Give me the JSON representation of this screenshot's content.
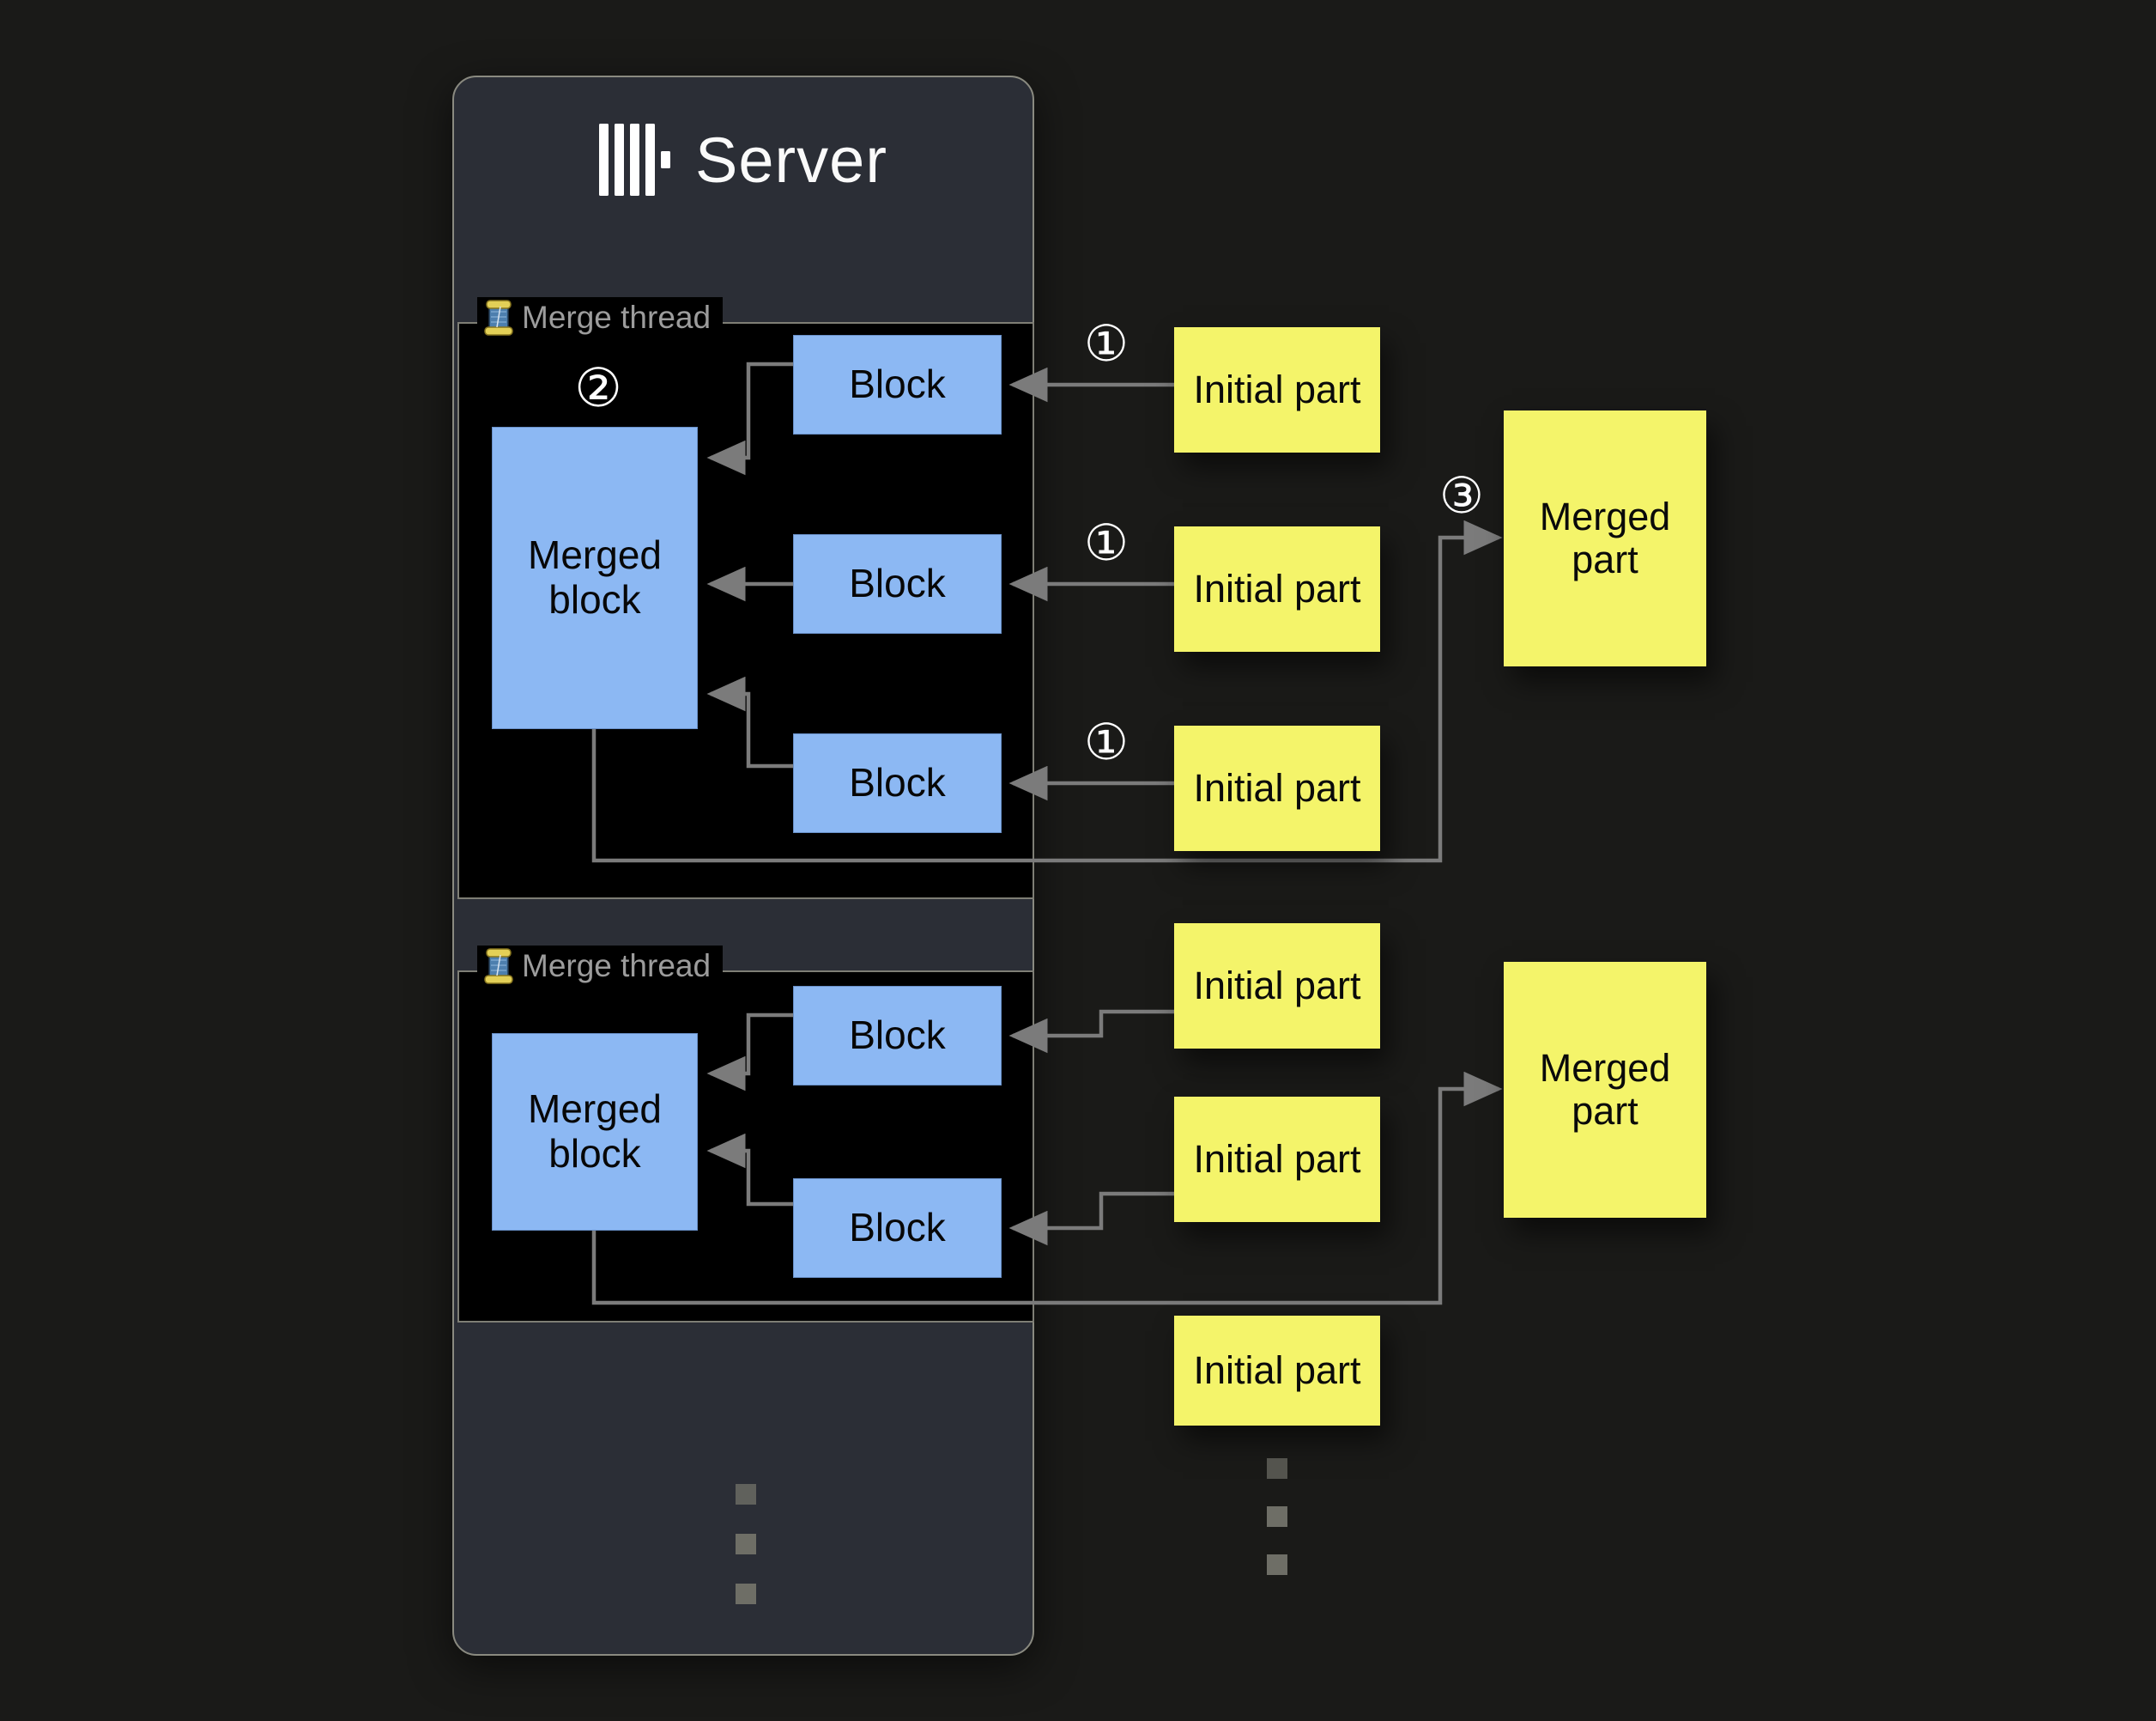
{
  "server": {
    "title": "Server",
    "logo_icon": "clickhouse-bars-icon"
  },
  "colors": {
    "page_bg": "#1a1a18",
    "panel_bg": "#2b2e36",
    "panel_border": "#8a8a80",
    "thread_box_bg": "#000000",
    "block_blue": "#8cb8f3",
    "part_yellow": "#f4f46a",
    "wire_gray": "#7b7b7b",
    "label_gray": "#9c9c9c"
  },
  "thread1": {
    "label": "Merge thread",
    "icon": "thread-spool-icon",
    "step_badge": "②",
    "merged_block_label": "Merged block",
    "block_labels": [
      "Block",
      "Block",
      "Block"
    ]
  },
  "thread2": {
    "label": "Merge thread",
    "icon": "thread-spool-icon",
    "merged_block_label": "Merged block",
    "block_labels": [
      "Block",
      "Block"
    ]
  },
  "parts1": {
    "initial": [
      {
        "badge": "①",
        "label": "Initial part"
      },
      {
        "badge": "①",
        "label": "Initial part"
      },
      {
        "badge": "①",
        "label": "Initial part"
      }
    ],
    "merged": {
      "badge": "③",
      "label": "Merged part"
    }
  },
  "parts2": {
    "initial": [
      {
        "label": "Initial part"
      },
      {
        "label": "Initial part"
      }
    ],
    "pending": {
      "label": "Initial part"
    },
    "merged": {
      "label": "Merged part"
    }
  }
}
